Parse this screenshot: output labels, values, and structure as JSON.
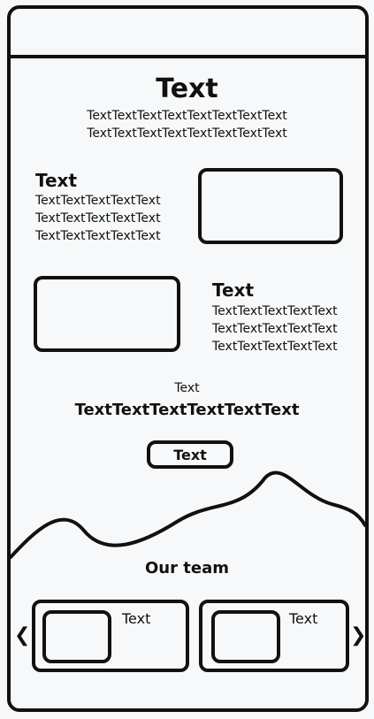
{
  "hero": {
    "title": "Text",
    "lines": [
      "TextTextTextTextTextTextTextText",
      "TextTextTextTextTextTextTextText"
    ]
  },
  "feature1": {
    "title": "Text",
    "lines": [
      "TextTextTextTextText",
      "TextTextTextTextText",
      "TextTextTextTextText"
    ]
  },
  "feature2": {
    "title": "Text",
    "lines": [
      "TextTextTextTextText",
      "TextTextTextTextText",
      "TextTextTextTextText"
    ]
  },
  "cta": {
    "label": "Text",
    "heading": "TextTextTextTextTextText",
    "button": "Text"
  },
  "team": {
    "title": "Our team",
    "cards": [
      {
        "name": "Text"
      },
      {
        "name": "Text"
      }
    ],
    "prev_icon": "chevron-left-icon",
    "next_icon": "chevron-right-icon"
  }
}
